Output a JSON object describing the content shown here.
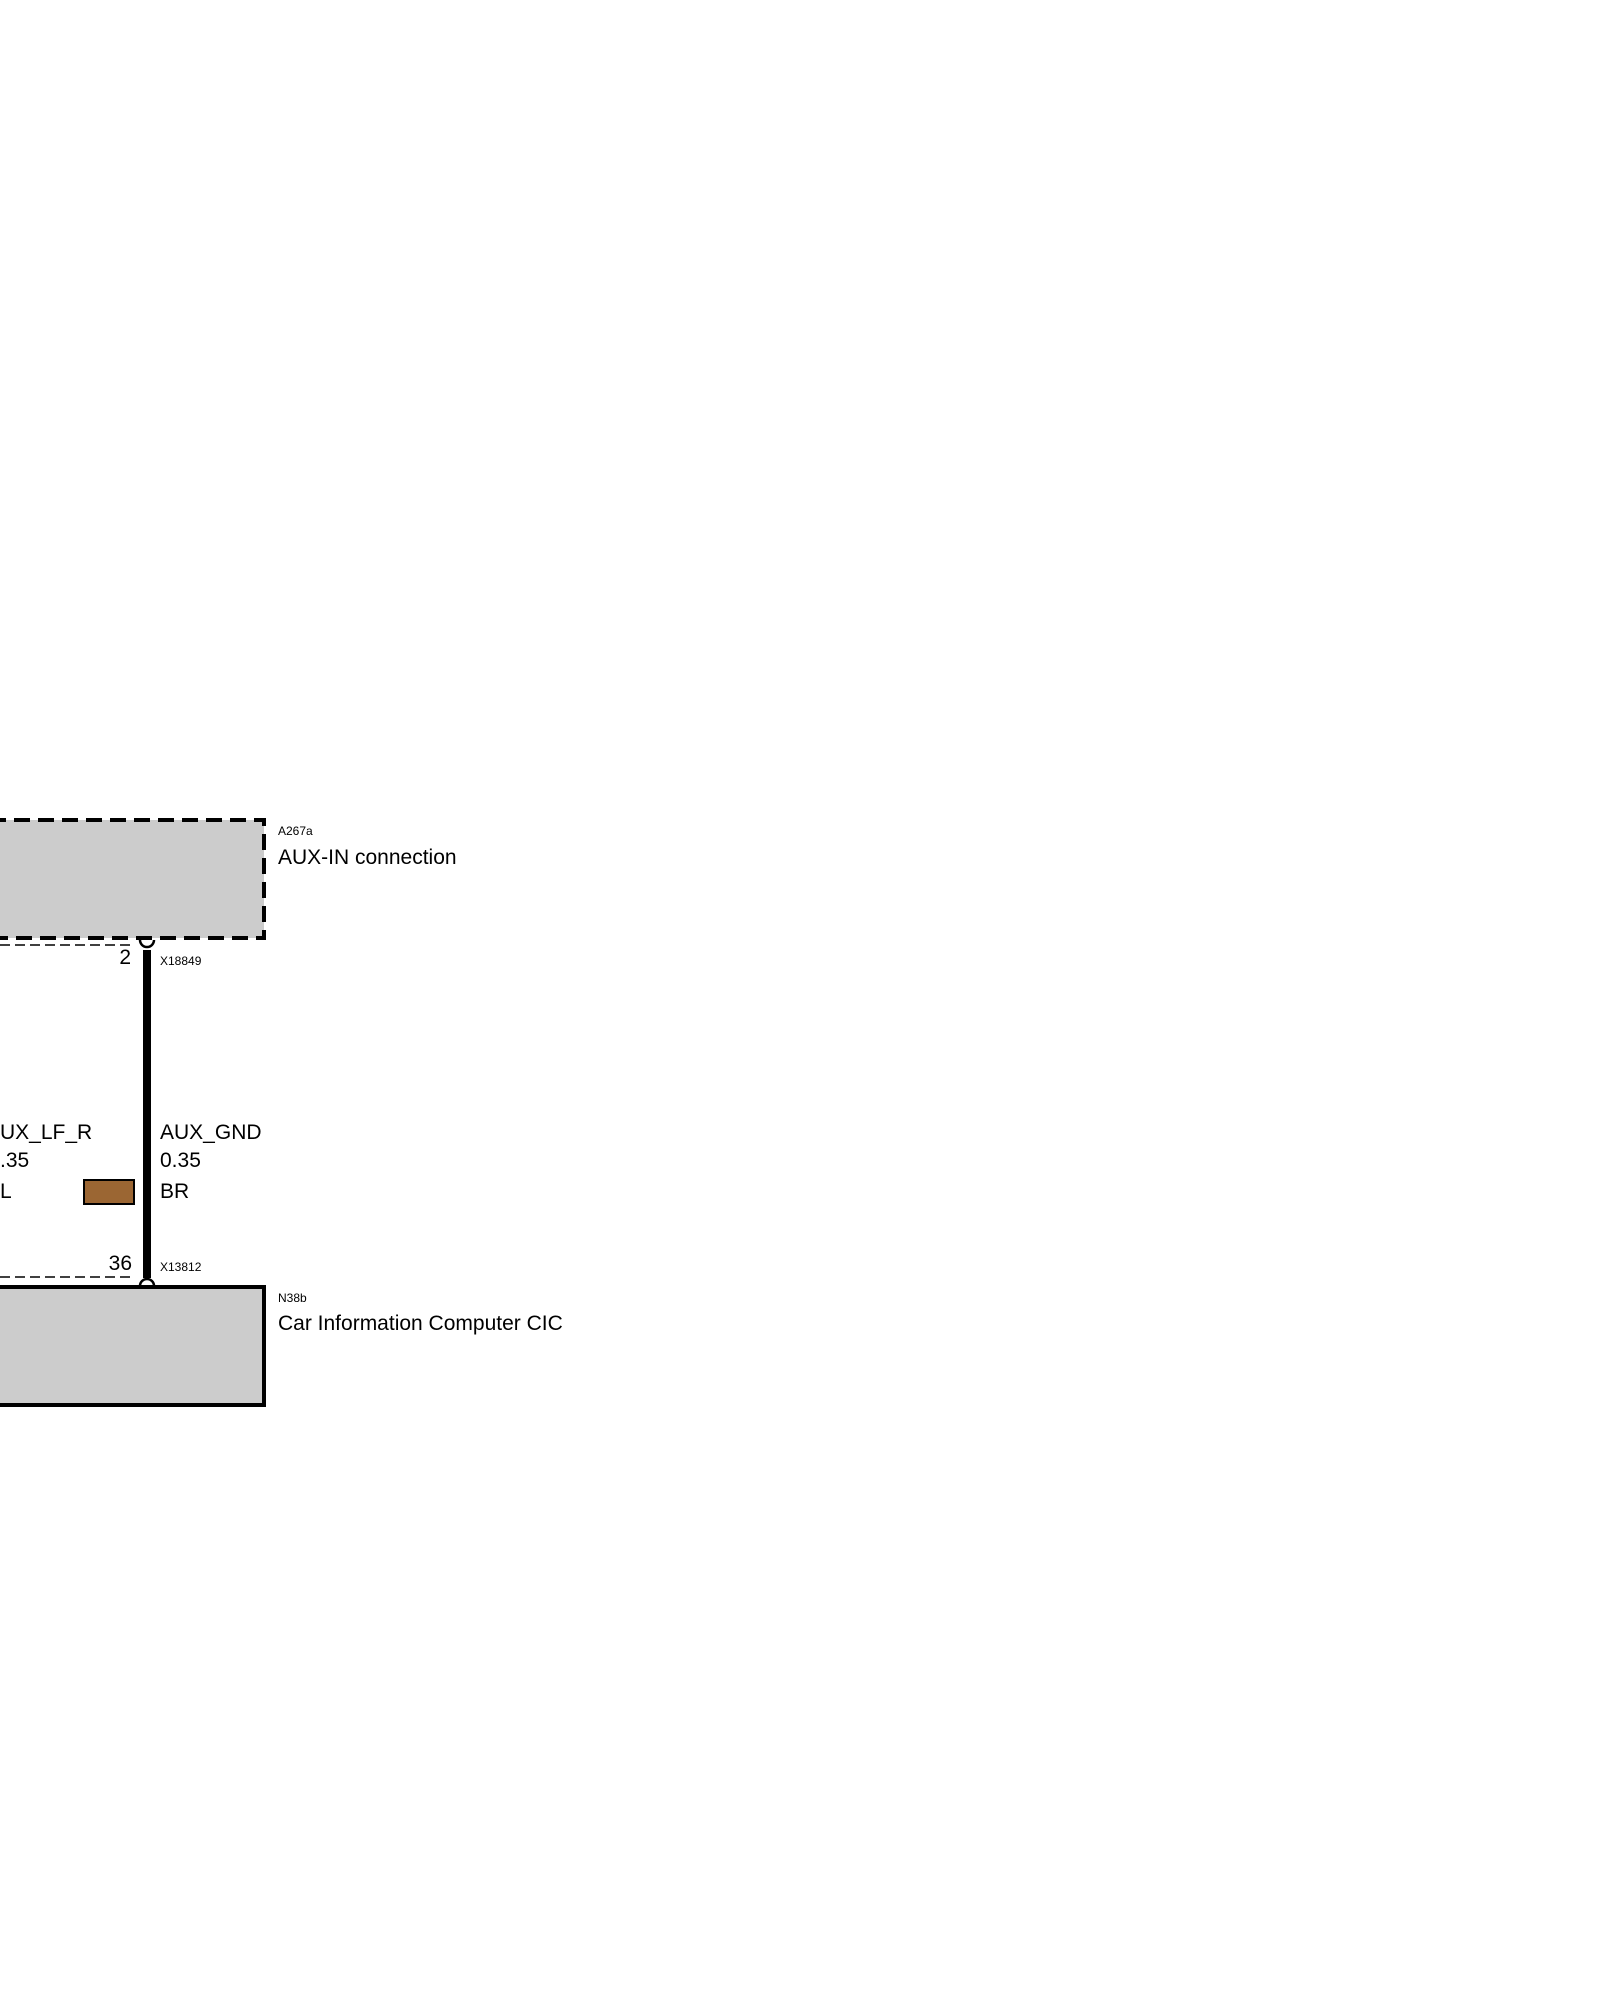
{
  "components": {
    "aux_in": {
      "code": "A267a",
      "name": "AUX-IN connection"
    },
    "cic": {
      "code": "N38b",
      "name": "Car Information Computer CIC"
    }
  },
  "connectors": {
    "top": {
      "pin": "2",
      "id": "X18849"
    },
    "bottom": {
      "pin": "36",
      "id": "X13812"
    }
  },
  "wires": {
    "aux_gnd": {
      "signal": "AUX_GND",
      "gauge": "0.35",
      "color_code": "BR",
      "color": "#9b6633"
    },
    "aux_lf_r": {
      "signal": "UX_LF_R",
      "gauge": ".35",
      "color_code": "L"
    }
  },
  "colors": {
    "component_fill": "#cccccc",
    "line": "#000000"
  }
}
